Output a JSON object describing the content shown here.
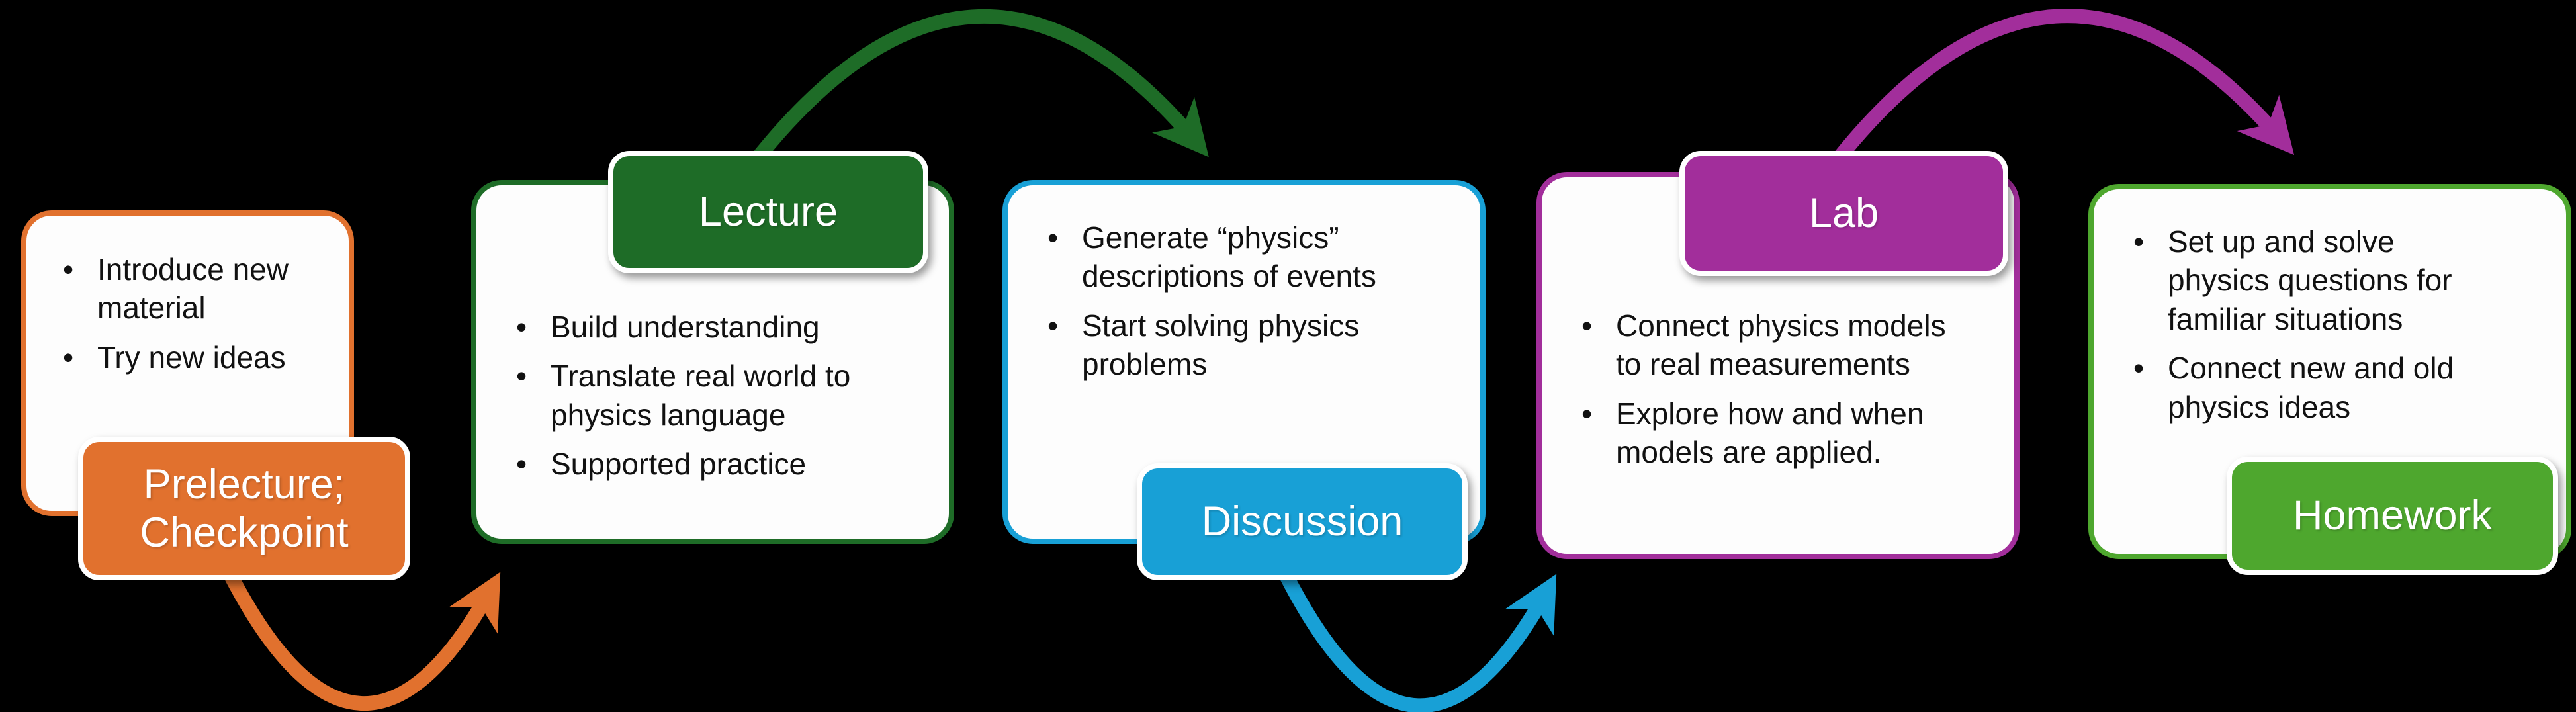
{
  "diagram": {
    "background_color": "#000000",
    "card_fill": "#FDFDFD",
    "text_color": "#111111",
    "label_text_color": "#FFFFFF"
  },
  "stages": [
    {
      "id": "prelecture-checkpoint",
      "label": "Prelecture; Checkpoint",
      "color": "#E1712E",
      "label_position": "bottom",
      "bullets": [
        "Introduce new material",
        "Try new ideas"
      ]
    },
    {
      "id": "lecture",
      "label": "Lecture",
      "color": "#1E6C27",
      "label_position": "top",
      "bullets": [
        "Build understanding",
        "Translate real world to physics language",
        "Supported practice"
      ]
    },
    {
      "id": "discussion",
      "label": "Discussion",
      "color": "#18A0D6",
      "label_position": "bottom",
      "bullets": [
        "Generate “physics” descriptions of events",
        "Start solving physics problems"
      ]
    },
    {
      "id": "lab",
      "label": "Lab",
      "color": "#A22E9B",
      "label_position": "top",
      "bullets": [
        "Connect physics models to real measurements",
        "Explore how and when models are applied."
      ]
    },
    {
      "id": "homework",
      "label": "Homework",
      "color": "#4EA72E",
      "label_position": "bottom",
      "bullets": [
        "Set up and solve physics questions for familiar situations",
        "Connect new and old physics ideas"
      ]
    }
  ],
  "arrows": [
    {
      "from": "prelecture-checkpoint",
      "to": "lecture",
      "color": "#E1712E",
      "shape": "arc-under"
    },
    {
      "from": "lecture",
      "to": "discussion",
      "color": "#1E6C27",
      "shape": "arc-over"
    },
    {
      "from": "discussion",
      "to": "lab",
      "color": "#18A0D6",
      "shape": "arc-under"
    },
    {
      "from": "lab",
      "to": "homework",
      "color": "#A22E9B",
      "shape": "arc-over"
    }
  ]
}
